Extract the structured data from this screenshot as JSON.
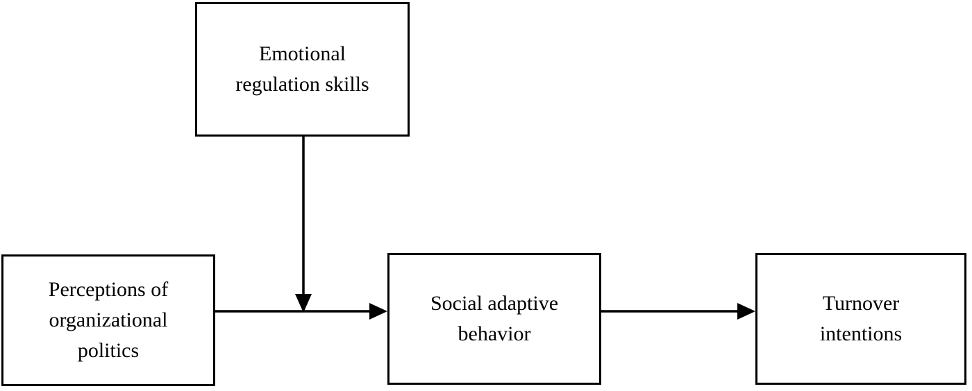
{
  "diagram": {
    "type": "conceptual-model",
    "nodes": [
      {
        "id": "moderator",
        "label": "Emotional\nregulation skills",
        "role": "moderator"
      },
      {
        "id": "predictor",
        "label": "Perceptions of\norganizational\npolitics",
        "role": "independent-variable"
      },
      {
        "id": "mediator",
        "label": "Social adaptive\nbehavior",
        "role": "mediator"
      },
      {
        "id": "outcome",
        "label": "Turnover\nintentions",
        "role": "dependent-variable"
      }
    ],
    "edges": [
      {
        "id": "edge-predictor-to-mediator",
        "from": "predictor",
        "to": "mediator",
        "style": "solid-arrow"
      },
      {
        "id": "edge-mediator-to-outcome",
        "from": "mediator",
        "to": "outcome",
        "style": "solid-arrow"
      },
      {
        "id": "edge-moderator-to-path",
        "from": "moderator",
        "to": "edge-predictor-to-mediator",
        "style": "solid-arrow"
      }
    ],
    "colors": {
      "stroke": "#000000",
      "background": "#ffffff",
      "text": "#000000"
    }
  }
}
